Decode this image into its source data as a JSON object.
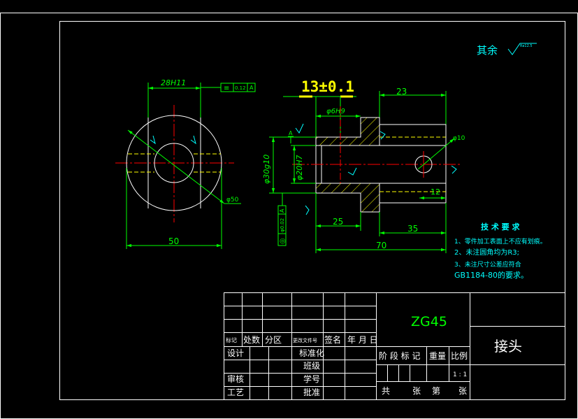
{
  "colors": {
    "background": "#000000",
    "frame": "#ffffff",
    "dimension": "#00ff00",
    "centerline": "#ff0000",
    "hidden": "#ffff00",
    "hatch": "#ffff00",
    "symbol": "#00ffff",
    "highlight": "#ffff00"
  },
  "roughness": {
    "label": "其余",
    "value": "Ra12.5"
  },
  "left_view": {
    "dim_width": "28H11",
    "dim_diameter": "φ50",
    "dim_overall": "50",
    "tolerance": {
      "symbol": "≡",
      "value": "0.12",
      "datum": "A"
    }
  },
  "section_view": {
    "dim_key": "13±0.1",
    "dim_23": "23",
    "dim_bore_small": "φ6H9",
    "dim_hole": "φ10",
    "dim_outer": "φ30g10",
    "dim_bore": "φ20H7",
    "dim_12": "12",
    "dim_25": "25",
    "dim_35": "35",
    "dim_70": "70",
    "datum_label": "A",
    "coaxial": {
      "symbol": "◎",
      "value": "φ0.02",
      "datum": "A"
    }
  },
  "tech_requirements": {
    "title": "技 术 要 求",
    "items": [
      "1、零件加工表面上不应有划痕。",
      "2、未注圆角均为R3;",
      "3、未注尺寸公差应符合",
      "GB1184-80的要求。"
    ]
  },
  "title_block": {
    "material": "ZG45",
    "part_name": "接头",
    "header": [
      "标记",
      "处数",
      "分区",
      "更改文件号",
      "签名",
      "年 月 日"
    ],
    "designer": "设计",
    "standard": "标准化",
    "class": "班级",
    "checker": "审核",
    "student_no": "学号",
    "process": "工艺",
    "approve": "批准",
    "stage_mark": "阶 段 标 记",
    "weight": "重量",
    "scale_label": "比例",
    "scale": "1 : 1",
    "total": "共",
    "sheets": "张",
    "sheet_no": "第",
    "sheets2": "张"
  }
}
